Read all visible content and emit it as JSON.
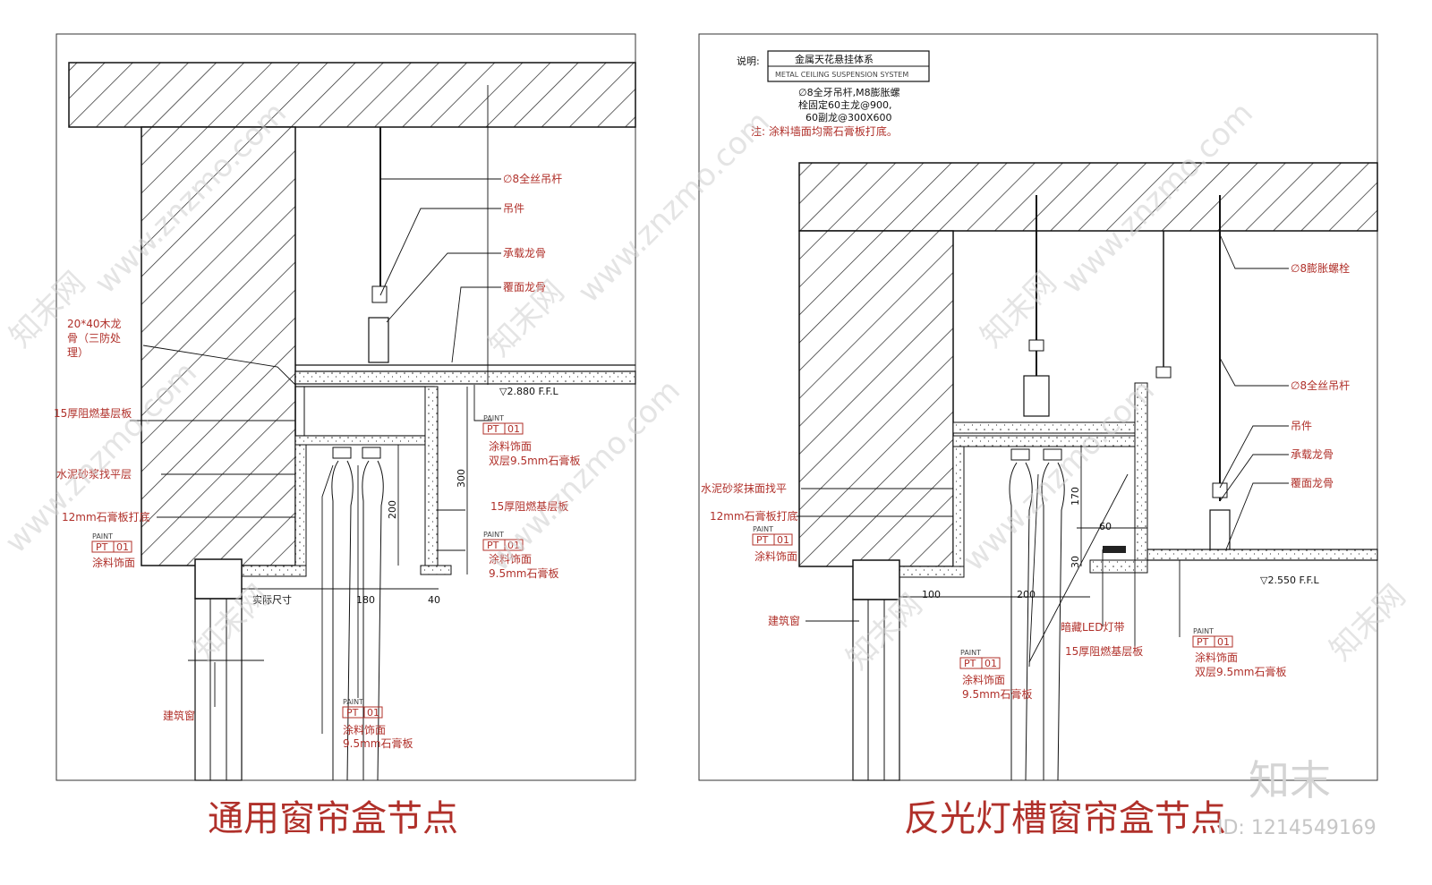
{
  "left_panel": {
    "caption": "通用窗帘盒节点",
    "labels": {
      "rod": "∅8全丝吊杆",
      "hanger": "吊件",
      "main_keel": "承载龙骨",
      "cover_keel": "覆面龙骨",
      "wood_keel_1": "20*40木龙",
      "wood_keel_2": "骨（三防处",
      "wood_keel_3": "理）",
      "base_board_left": "15厚阻燃基层板",
      "mortar": "水泥砂浆找平层",
      "gypsum12": "12mm石膏板打底",
      "paint_finish": "涂料饰面",
      "double_gypsum": "双层9.5mm石膏板",
      "base_board_right": "15厚阻燃基层板",
      "gypsum95": "9.5mm石膏板",
      "actual_size": "实际尺寸",
      "window": "建筑窗",
      "ffl": "▽2.880 F.F.L"
    },
    "dims": {
      "d300": "300",
      "d200": "200",
      "d180": "180",
      "d40": "40"
    }
  },
  "right_panel": {
    "caption": "反光灯槽窗帘盒节点",
    "note": {
      "title": "说明:",
      "box_cn": "金属天花悬挂体系",
      "box_en": "METAL CEILING SUSPENSION SYSTEM",
      "line1": "∅8全牙吊杆,M8膨胀螺",
      "line2": "栓固定60主龙@900,",
      "line3": "60副龙@300X600",
      "line4": "注: 涂料墙面均需石膏板打底。"
    },
    "labels": {
      "bolt": "∅8膨胀螺栓",
      "rod": "∅8全丝吊杆",
      "hanger": "吊件",
      "main_keel": "承载龙骨",
      "cover_keel": "覆面龙骨",
      "mortar": "水泥砂浆抹面找平",
      "gypsum12": "12mm石膏板打底",
      "paint_finish": "涂料饰面",
      "window": "建筑窗",
      "led": "暗藏LED灯带",
      "base_board": "15厚阻燃基层板",
      "gypsum95": "9.5mm石膏板",
      "double_gypsum": "双层9.5mm石膏板",
      "ffl": "▽2.550 F.F.L"
    },
    "dims": {
      "d170": "170",
      "d60": "60",
      "d30": "30",
      "d100": "100",
      "d200": "200"
    }
  },
  "tag": {
    "paint": "PAINT",
    "pt": "PT",
    "num": "01"
  },
  "watermark": {
    "site": "www.znzmo.com",
    "brand_cn": "知末网",
    "logo": "知末",
    "id": "ID: 1214549169"
  }
}
